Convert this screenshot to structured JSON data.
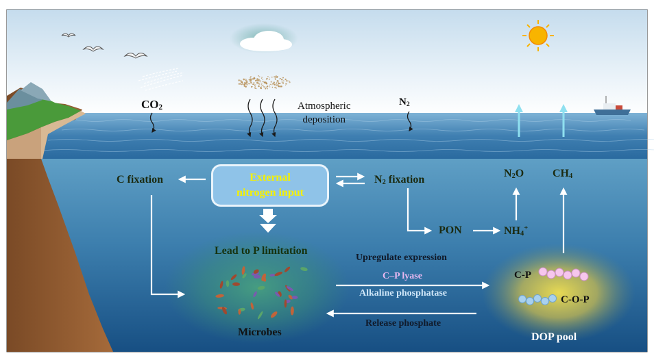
{
  "atmosphere": {
    "co2": {
      "main": "CO",
      "sub": "2"
    },
    "deposition": [
      "Atmospheric",
      "deposition"
    ],
    "n2": {
      "main": "N",
      "sub": "2"
    }
  },
  "external_input": [
    "External",
    "nitrogen input"
  ],
  "c_fixation": "C fixation",
  "n2_fixation": {
    "main": "N",
    "sub": "2",
    "rest": " fixation"
  },
  "n2o": {
    "main": "N",
    "sub": "2",
    "rest": "O"
  },
  "ch4": {
    "main": "CH",
    "sub": "4"
  },
  "pon": "PON",
  "nh4": {
    "main": "NH",
    "sub": "4",
    "sup": "+"
  },
  "p_limitation": "Lead to P limitation",
  "upregulate": "Upregulate expression",
  "cp_lyase": "C–P lyase",
  "alkaline": "Alkaline phosphatase",
  "release": "Release phosphate",
  "microbes": "Microbes",
  "dop_pool": "DOP pool",
  "cp_label": "C-P",
  "cop_label": "C-O-P",
  "colors": {
    "sky_top": "#c9e0ee",
    "sea_deep": "#1a5a8a",
    "input_box": "#8fc3e8",
    "input_text": "#f4f000",
    "lyase_text": "#e8b8f0",
    "alkaline_text": "#cfe6f8",
    "cp_beads": "#f4c4ea",
    "cop_beads": "#a6cfee"
  }
}
